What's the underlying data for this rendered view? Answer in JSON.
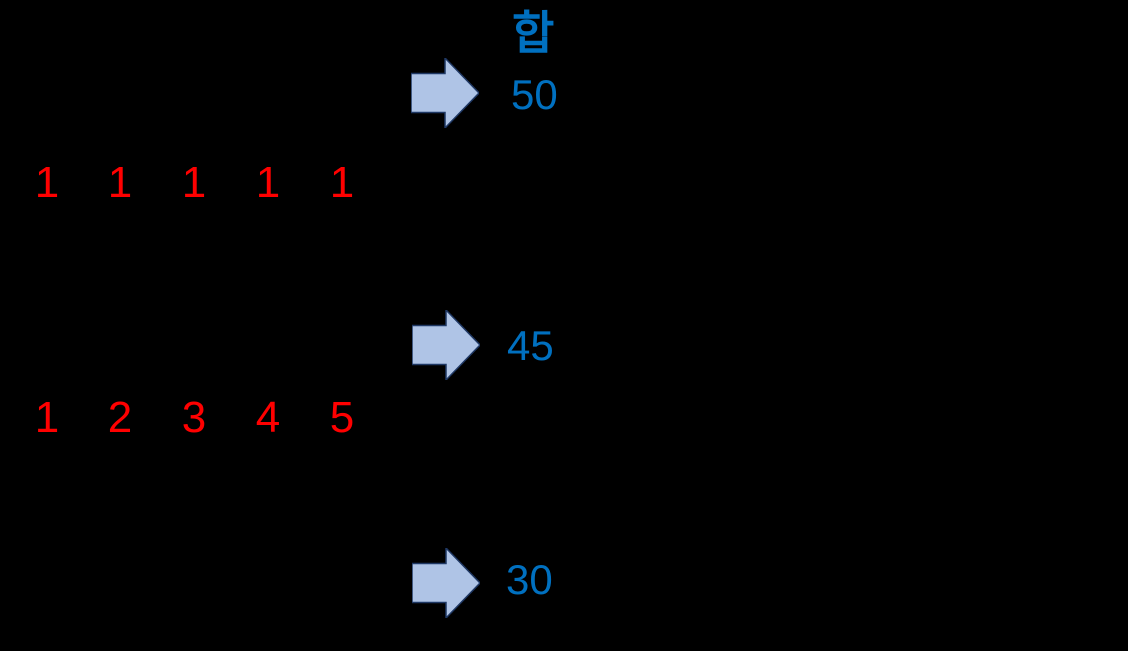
{
  "colors": {
    "background": "#000000",
    "red_text": "#FF0000",
    "blue_text": "#0070C0",
    "arrow_fill": "#AFC4E6",
    "arrow_outline": "#1F3864"
  },
  "sum": {
    "header": "합",
    "values": [
      "50",
      "45",
      "30"
    ]
  },
  "rows": [
    {
      "name": "row-of-ones",
      "digits": [
        "1",
        "1",
        "1",
        "1",
        "1"
      ]
    },
    {
      "name": "row-counting",
      "digits": [
        "1",
        "2",
        "3",
        "4",
        "5"
      ]
    }
  ],
  "icons": [
    {
      "name": "right-arrow-icon",
      "shape": "block-arrow-right"
    }
  ]
}
